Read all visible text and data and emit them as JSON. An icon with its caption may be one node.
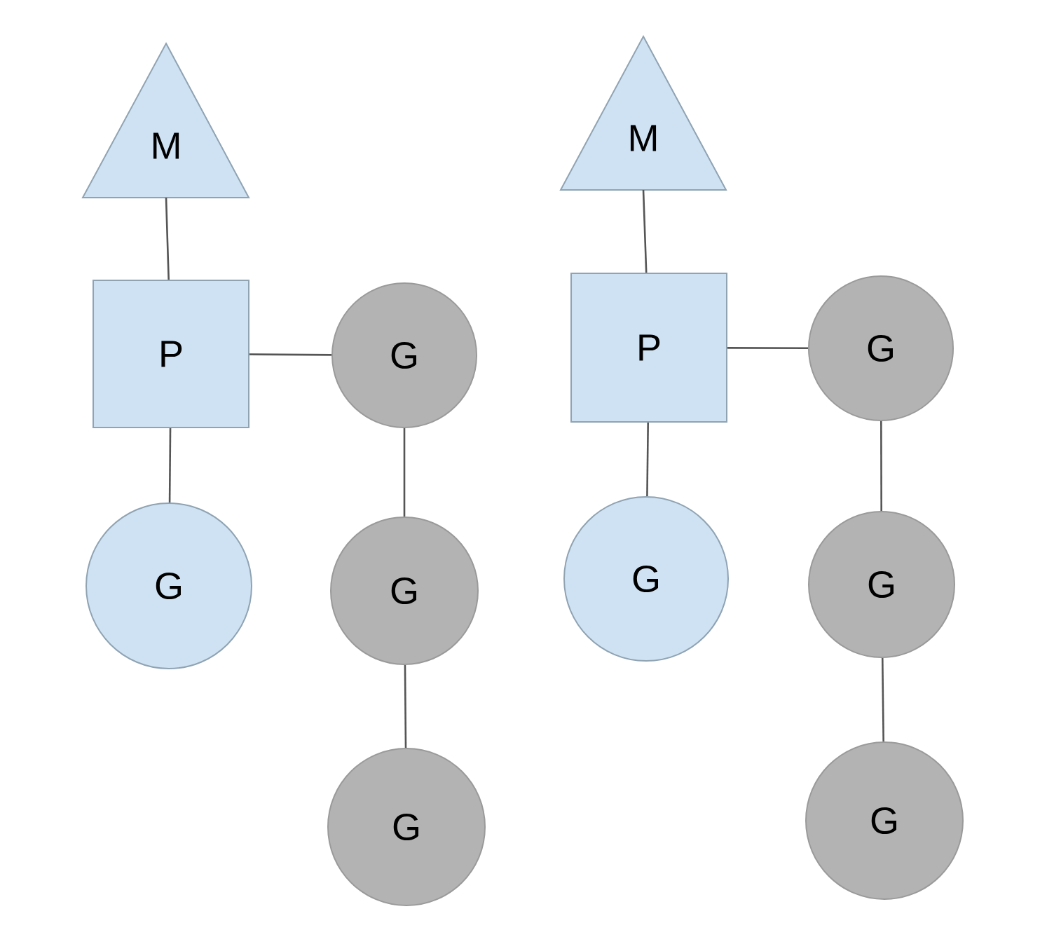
{
  "diagram": {
    "nodes": [
      {
        "text": [
          "M"
        ]
      },
      {
        "text": [
          "P"
        ]
      },
      {
        "text": [
          "G"
        ]
      },
      {
        "text": [
          "G"
        ]
      },
      {
        "text": [
          "G"
        ]
      },
      {
        "text": [
          "G"
        ]
      },
      {
        "text": [
          "M"
        ]
      },
      {
        "text": [
          "P"
        ]
      },
      {
        "text": [
          "G"
        ]
      },
      {
        "text": [
          "G"
        ]
      },
      {
        "text": [
          "G"
        ]
      },
      {
        "text": [
          "G"
        ]
      }
    ],
    "edges": [
      {
        "from": 0,
        "to": 1,
        "arrow": "none"
      },
      {
        "from": 1,
        "to": 2,
        "arrow": "none"
      },
      {
        "from": 1,
        "to": 3,
        "arrow": "none"
      },
      {
        "from": 2,
        "to": 4,
        "arrow": "none"
      },
      {
        "from": 4,
        "to": 5,
        "arrow": "none"
      },
      {
        "from": 6,
        "to": 7,
        "arrow": "none"
      },
      {
        "from": 7,
        "to": 8,
        "arrow": "none"
      },
      {
        "from": 7,
        "to": 9,
        "arrow": "none"
      },
      {
        "from": 8,
        "to": 10,
        "arrow": "none"
      },
      {
        "from": 10,
        "to": 11,
        "arrow": "none"
      }
    ]
  }
}
